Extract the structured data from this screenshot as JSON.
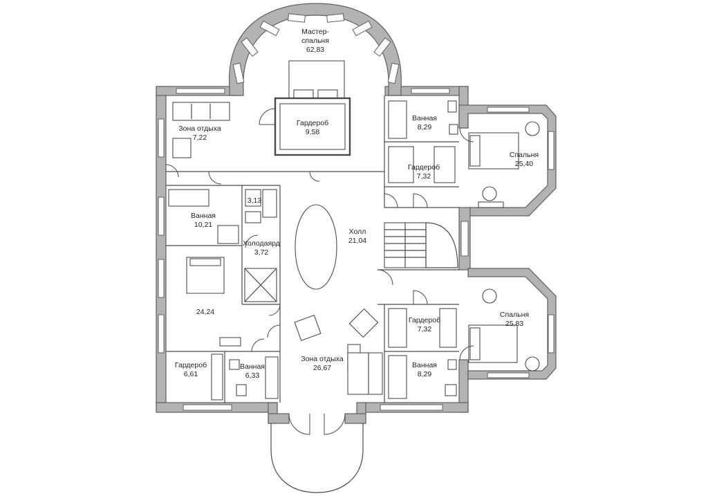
{
  "rooms": {
    "master_name1": "Мастер-",
    "master_name2": "спальня",
    "master_area": "62,83",
    "closet_master_name": "Гардероб",
    "closet_master_area": "9,58",
    "lounge_top_name": "Зона отдыха",
    "lounge_top_area": "7,22",
    "bath_tr_name": "Ванная",
    "bath_tr_area": "8,29",
    "closet_tr_name": "Гардероб",
    "closet_tr_area": "7,32",
    "bed_tr_name": "Спальня",
    "bed_tr_area": "25,40",
    "wc_area": "3,13",
    "bath_left_name": "Ванная",
    "bath_left_area": "10,21",
    "cold_name": "Холодаярд",
    "cold_area": "3,72",
    "hall_name": "Холл",
    "hall_area": "21,04",
    "bed_left_area": "24,24",
    "closet_br_name": "Гардероб",
    "closet_br_area": "7,32",
    "bed_br_name": "Спальня",
    "bed_br_area": "25,83",
    "closet_bl_name": "Гардероб",
    "closet_bl_area": "6,61",
    "bath_bl_name": "Ванная",
    "bath_bl_area": "6,33",
    "lounge_bot_name": "Зона отдыха",
    "lounge_bot_area": "26,67",
    "bath_br_name": "Ванная",
    "bath_br_area": "8,29"
  }
}
